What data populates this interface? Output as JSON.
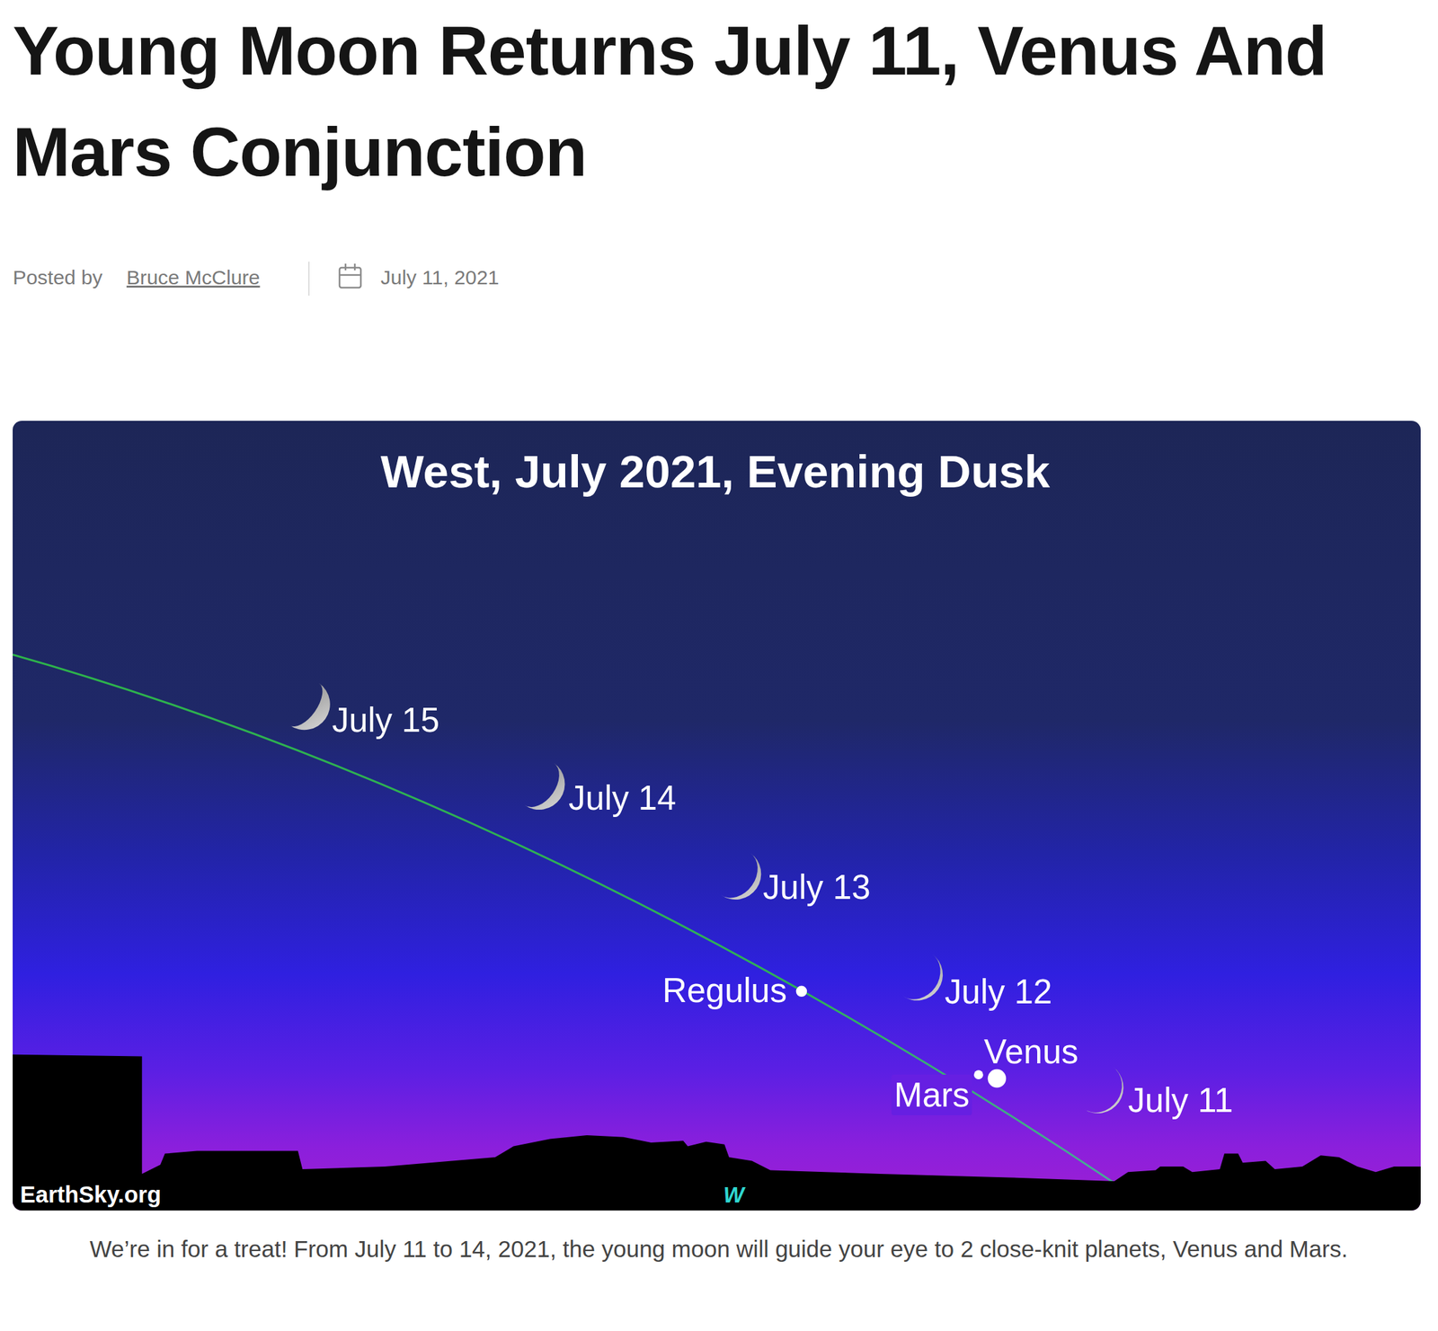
{
  "diagram": {
    "title": "Young Moon Returns July 11, Venus And Mars Conjunction",
    "caption": "We’re in for a treat! From July 11 to 14, 2021, the young moon will guide your eye to 2 close-knit planets, Venus and Mars.",
    "labels": [
      "Posted by",
      "Bruce McClure",
      "July 11, 2021",
      "West, July 2021, Evening Dusk",
      "July 15",
      "July 14",
      "July 13",
      "Regulus",
      "July 12",
      "Venus",
      "Mars",
      "July 11",
      "EarthSky.org",
      "W"
    ]
  }
}
